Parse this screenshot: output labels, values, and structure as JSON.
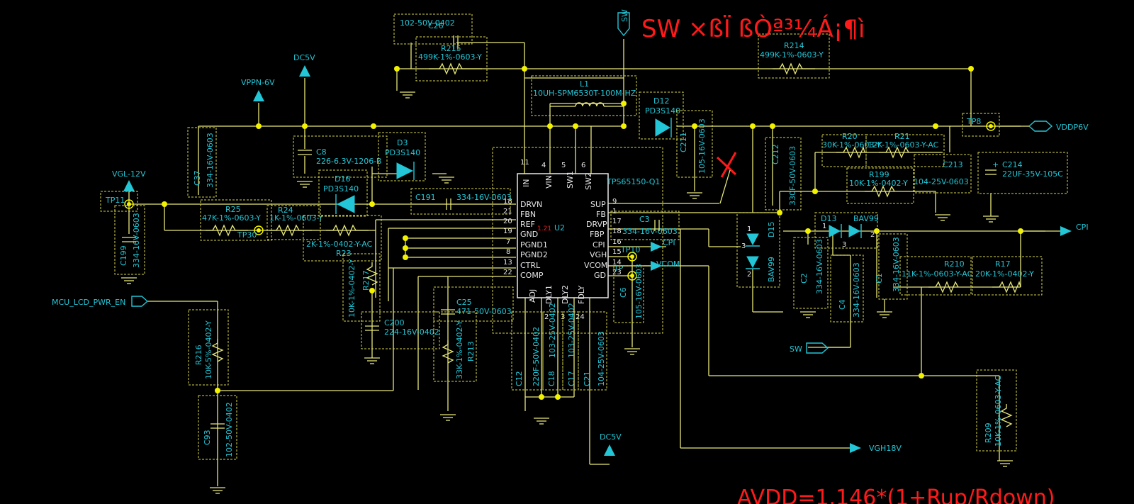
{
  "ic": {
    "ref": "U2",
    "part": "TPS65150-Q1",
    "marker": "1.21",
    "left_pins": [
      {
        "name": "DRVN",
        "num": "18"
      },
      {
        "name": "FBN",
        "num": "21"
      },
      {
        "name": "REF",
        "num": "20"
      },
      {
        "name": "GND",
        "num": "19"
      },
      {
        "name": "PGND1",
        "num": "7"
      },
      {
        "name": "PGND2",
        "num": "8"
      },
      {
        "name": "CTRL",
        "num": "13"
      },
      {
        "name": "COMP",
        "num": "22"
      }
    ],
    "right_pins": [
      {
        "name": "SUP",
        "num": "9"
      },
      {
        "name": "FB",
        "num": "1"
      },
      {
        "name": "DRVP",
        "num": "17"
      },
      {
        "name": "FBP",
        "num": "18"
      },
      {
        "name": "CPI",
        "num": "16"
      },
      {
        "name": "VGH",
        "num": "15"
      },
      {
        "name": "VCOM",
        "num": "14"
      },
      {
        "name": "GD",
        "num": "23"
      }
    ],
    "top_pins": [
      {
        "name": "IN",
        "num": "11"
      },
      {
        "name": "VIN",
        "num": "4"
      },
      {
        "name": "SW1",
        "num": "5"
      },
      {
        "name": "SW2",
        "num": "6"
      }
    ],
    "bottom_pins": [
      {
        "name": "ADJ",
        "num": ""
      },
      {
        "name": "DLY1",
        "num": "2"
      },
      {
        "name": "DLY2",
        "num": "3"
      },
      {
        "name": "FDLY",
        "num": "24"
      }
    ]
  },
  "nets": {
    "sw_top": "SW",
    "dc5v_top": "DC5V",
    "vppn": "VPPN-6V",
    "vgl": "VGL-12V",
    "tp11": "TP11",
    "mcu": "MCU_LCD_PWR_EN",
    "vddp": "VDDP6V",
    "tp8": "TP8",
    "cpi_out": "CPI",
    "cpi_ic": "CPI",
    "vcom": "VCOM",
    "tp10": "TP10",
    "tp_vcom": "TP",
    "tp30": "TP30",
    "sw_bottom": "SW",
    "vgh18": "VGH18V",
    "dc5v_bottom": "DC5V"
  },
  "components": {
    "c26": {
      "ref": "C26",
      "value": "102-50V-0402"
    },
    "r215": {
      "ref": "R215",
      "value": "499K-1%-0603-Y"
    },
    "r214": {
      "ref": "R214",
      "value": "499K-1%-0603-Y"
    },
    "l1": {
      "ref": "L1",
      "value": "10UH-SPM6530T-100M-HZ"
    },
    "d12": {
      "ref": "D12",
      "value": "PD3S140"
    },
    "c211": {
      "ref": "C211",
      "value": "105-16V-0603"
    },
    "c8": {
      "ref": "C8",
      "value": "226-6.3V-1206-B"
    },
    "d3": {
      "ref": "D3",
      "value": "PD3S140"
    },
    "d16": {
      "ref": "D16",
      "value": "PD3S140"
    },
    "c37": {
      "ref": "C37",
      "value": "334-16V-0603"
    },
    "c191": {
      "ref": "C191",
      "value": "334-16V-0603"
    },
    "r25": {
      "ref": "R25",
      "value": "47K-1%-0603-Y"
    },
    "r24": {
      "ref": "R24",
      "value": "1K-1%-0603-Y"
    },
    "r23": {
      "ref": "R23",
      "value": "2K-1%-0402-Y-AC"
    },
    "c199": {
      "ref": "C199",
      "value": "334-16V-0603"
    },
    "r217": {
      "ref": "R217",
      "value": "10K-1%-0402-Y"
    },
    "c200": {
      "ref": "C200",
      "value": "224-16V-0402"
    },
    "c25": {
      "ref": "C25",
      "value": "471-50V-0603"
    },
    "r213": {
      "ref": "R213",
      "value": "33K-1%-0402-Y"
    },
    "r216": {
      "ref": "R216",
      "value": "10K-5%-0402-Y"
    },
    "c93": {
      "ref": "C93",
      "value": "102-50V-0402"
    },
    "c12": {
      "ref": "C12",
      "value": "220F-50V-0402"
    },
    "c18": {
      "ref": "C18",
      "value": "103-25V-0402"
    },
    "c17": {
      "ref": "C17",
      "value": "103-25V-0402"
    },
    "c21": {
      "ref": "C21",
      "value": "104-25V-0603"
    },
    "c3": {
      "ref": "C3",
      "value": "334-16V-0603"
    },
    "c6": {
      "ref": "C6",
      "value": "105-16V-0603"
    },
    "c212": {
      "ref": "C212",
      "value": "330F-50V-0603"
    },
    "r20": {
      "ref": "R20",
      "value": "30K-1%-0603-Y"
    },
    "r21": {
      "ref": "R21",
      "value": "12K-1%-0603-Y-AC"
    },
    "r199": {
      "ref": "R199",
      "value": "10K-1%-0402-Y"
    },
    "c213": {
      "ref": "C213",
      "value": "104-25V-0603"
    },
    "c214": {
      "ref": "C214",
      "value": "22UF-35V-105C"
    },
    "d15": {
      "ref": "D15",
      "value": "BAV99"
    },
    "d13": {
      "ref": "D13",
      "value": "BAV99"
    },
    "c2": {
      "ref": "C2",
      "value": "334-16V-0603"
    },
    "c4": {
      "ref": "C4",
      "value": "334-16V-0603"
    },
    "c1": {
      "ref": "C1",
      "value": "334-16V-0603"
    },
    "r210": {
      "ref": "R210",
      "value": "11K-1%-0603-Y-AC"
    },
    "r17": {
      "ref": "R17",
      "value": "20K-1%-0402-Y"
    },
    "r209": {
      "ref": "R209",
      "value": "10K-1%-0603-Y-AC"
    }
  },
  "diode_pins": {
    "d15_1": "1",
    "d15_2": "2",
    "d15_3": "3",
    "d13_1": "1",
    "d13_2": "2",
    "d13_3": "3"
  },
  "annotations": {
    "sw_note": "SW ×ßÏ ßÒª³¼Á¡¶ì",
    "formula": "AVDD=1.146*(1+Rup/Rdown)"
  },
  "colors": {
    "wire": "#e8e87a",
    "component": "#22c6d6",
    "box": "#d6d64a",
    "junction": "#f2f200",
    "annotation": "#ff1a1a",
    "background": "#000000"
  }
}
